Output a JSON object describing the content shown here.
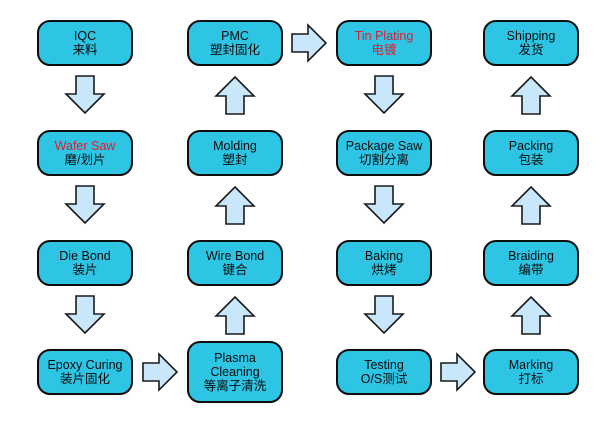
{
  "colors": {
    "node_fill": "#2ec5e5",
    "node_border": "#0d0d0d",
    "arrow_fill": "#c9e7fb",
    "highlight_text": "#e21b2a"
  },
  "nodes": {
    "iqc": {
      "en": "IQC",
      "zh": "来料"
    },
    "wafer_saw": {
      "en": "Wafer Saw",
      "zh": "磨/划片",
      "highlight": true
    },
    "die_bond": {
      "en": "Die Bond",
      "zh": "装片"
    },
    "epoxy_curing": {
      "en": "Epoxy Curing",
      "zh": "装片固化"
    },
    "plasma_cleaning": {
      "en1": "Plasma",
      "en2": "Cleaning",
      "zh": "等离子清洗"
    },
    "wire_bond": {
      "en": "Wire Bond",
      "zh": "键合"
    },
    "molding": {
      "en": "Molding",
      "zh": "塑封"
    },
    "pmc": {
      "en": "PMC",
      "zh": "塑封固化"
    },
    "tin_plating": {
      "en": "Tin Plating",
      "zh": "电镀",
      "highlight": true
    },
    "package_saw": {
      "en": "Package Saw",
      "zh": "切割分离"
    },
    "baking": {
      "en": "Baking",
      "zh": "烘烤"
    },
    "testing": {
      "en": "Testing",
      "zh": "O/S测试"
    },
    "marking": {
      "en": "Marking",
      "zh": "打标"
    },
    "braiding": {
      "en": "Braiding",
      "zh": "编带"
    },
    "packing": {
      "en": "Packing",
      "zh": "包装"
    },
    "shipping": {
      "en": "Shipping",
      "zh": "发货"
    }
  },
  "arrows": [
    {
      "name": "arrow-iqc-to-wafer-saw",
      "direction": "down"
    },
    {
      "name": "arrow-wafer-saw-to-die-bond",
      "direction": "down"
    },
    {
      "name": "arrow-die-bond-to-epoxy-curing",
      "direction": "down"
    },
    {
      "name": "arrow-epoxy-curing-to-plasma-cleaning",
      "direction": "right"
    },
    {
      "name": "arrow-plasma-cleaning-to-wire-bond",
      "direction": "up"
    },
    {
      "name": "arrow-wire-bond-to-molding",
      "direction": "up"
    },
    {
      "name": "arrow-molding-to-pmc",
      "direction": "up"
    },
    {
      "name": "arrow-pmc-to-tin-plating",
      "direction": "right"
    },
    {
      "name": "arrow-tin-plating-to-package-saw",
      "direction": "down"
    },
    {
      "name": "arrow-package-saw-to-baking",
      "direction": "down"
    },
    {
      "name": "arrow-baking-to-testing",
      "direction": "down"
    },
    {
      "name": "arrow-testing-to-marking",
      "direction": "right"
    },
    {
      "name": "arrow-marking-to-braiding",
      "direction": "up"
    },
    {
      "name": "arrow-braiding-to-packing",
      "direction": "up"
    },
    {
      "name": "arrow-packing-to-shipping",
      "direction": "up"
    }
  ]
}
